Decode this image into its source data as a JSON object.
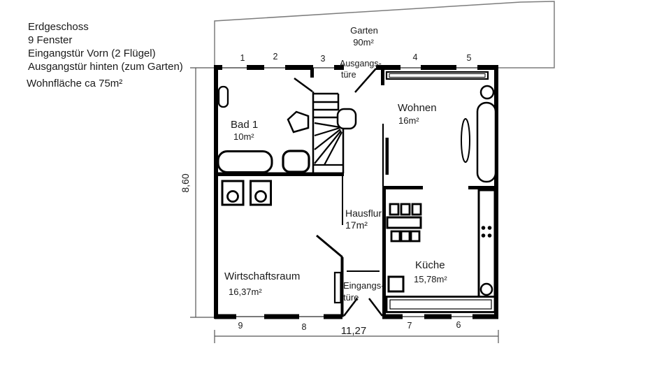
{
  "notes": {
    "line1": "Erdgeschoss",
    "line2": "9 Fenster",
    "line3": "Eingangstür Vorn (2 Flügel)",
    "line4": "Ausgangstür hinten (zum Garten)",
    "line5": "Wohnfläche ca 75m²"
  },
  "garden": {
    "name": "Garten",
    "area": "90m²"
  },
  "rooms": {
    "bad": {
      "name": "Bad 1",
      "area": "10m²"
    },
    "wohnen": {
      "name": "Wohnen",
      "area": "16m²"
    },
    "hausflur": {
      "name": "Hausflur",
      "area": "17m²"
    },
    "wirtschaftsraum": {
      "name": "Wirtschaftsraum",
      "area": "16,37m²"
    },
    "kueche": {
      "name": "Küche",
      "area": "15,78m²"
    }
  },
  "doors": {
    "ausgang": {
      "line1": "Ausgangs-",
      "line2": "türe"
    },
    "eingang": {
      "line1": "Eingangs-",
      "line2": "türe"
    }
  },
  "window_numbers": {
    "top": [
      "1",
      "2",
      "3",
      "4",
      "5"
    ],
    "bottom": [
      "9",
      "8",
      "7",
      "6"
    ]
  },
  "dimensions": {
    "total_width_m": "11,27",
    "total_height_m": "8,60"
  },
  "colors": {
    "wall": "#000000",
    "garden_outline": "#7d7d7d",
    "dimension_line": "#555555",
    "text": "#1a1a1a",
    "background": "#ffffff"
  }
}
